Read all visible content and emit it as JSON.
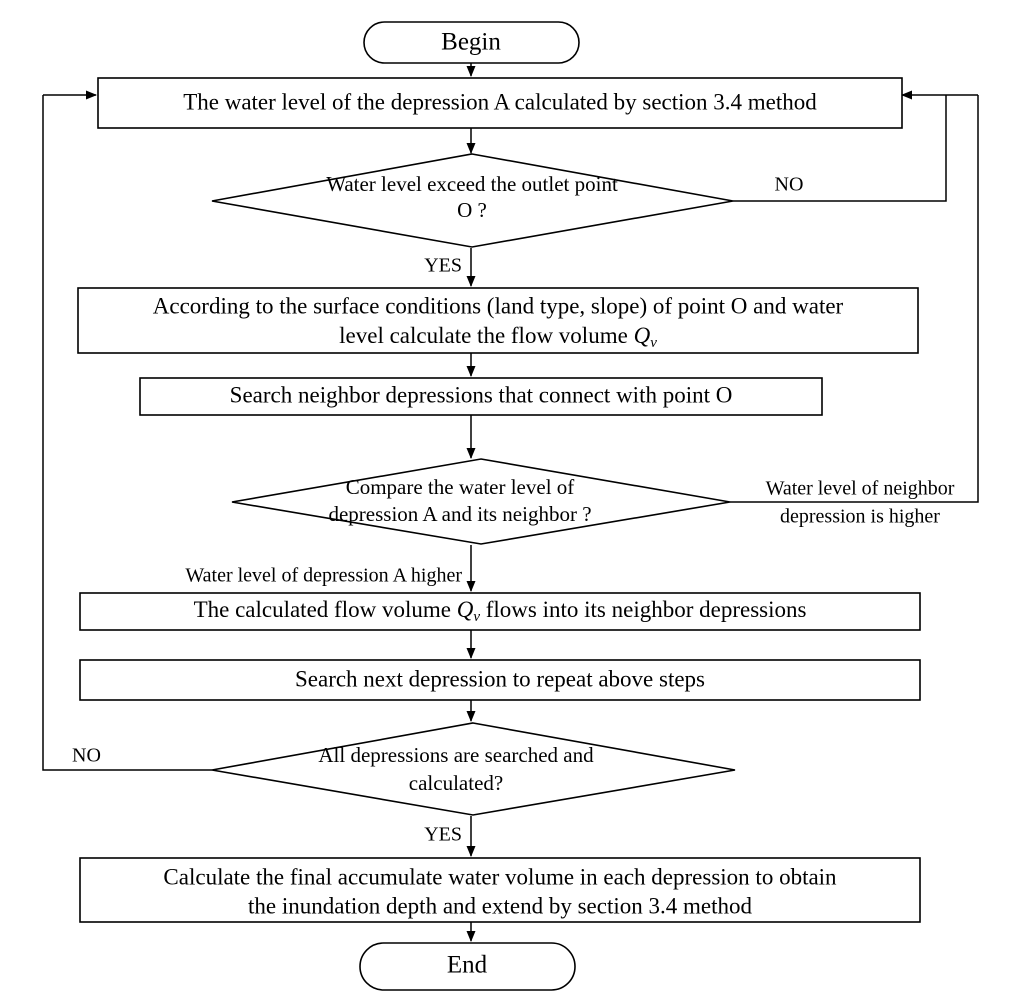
{
  "diagram": {
    "title": "Depression water level and inundation calculation flowchart",
    "stroke_color": "#000000",
    "fill_color": "#ffffff",
    "background": "#ffffff"
  },
  "nodes": {
    "begin": {
      "label": "Begin",
      "type": "terminator"
    },
    "water_level_calc": {
      "type": "process",
      "line1": "The water level of the depression A calculated by section 3.4 method"
    },
    "outlet_check": {
      "type": "decision",
      "line1": "Water level exceed the outlet point",
      "line2": "O ?"
    },
    "flow_volume": {
      "type": "process",
      "line1": "According to the surface conditions (land type, slope) of point O  and water",
      "line2_pre": "level calculate the flow volume ",
      "line2_sym": "Q",
      "line2_sub": "v"
    },
    "search_neighbor": {
      "type": "process",
      "line1": "Search neighbor depressions that connect with point O"
    },
    "compare_levels": {
      "type": "decision",
      "line1": "Compare the water level of",
      "line2": "depression A and its neighbor ?"
    },
    "flows_into_neighbor": {
      "type": "process",
      "line1_pre": "The calculated flow volume ",
      "line1_sym": "Q",
      "line1_sub": "v",
      "line1_post": " flows into its neighbor depressions"
    },
    "search_next": {
      "type": "process",
      "line1": "Search next depression to repeat above steps"
    },
    "all_searched": {
      "type": "decision",
      "line1": "All depressions are searched and",
      "line2": "calculated?"
    },
    "final_calc": {
      "type": "process",
      "line1": "Calculate the final accumulate water volume in each depression to obtain",
      "line2": "the inundation depth and extend by section 3.4  method"
    },
    "end": {
      "label": "End",
      "type": "terminator"
    }
  },
  "edge_labels": {
    "outlet_no": "NO",
    "outlet_yes": "YES",
    "neighbor_higher_line1": "Water level of neighbor",
    "neighbor_higher_line2": "depression is higher",
    "depression_a_higher": "Water level of depression A higher",
    "all_searched_no": "NO",
    "all_searched_yes": "YES"
  }
}
